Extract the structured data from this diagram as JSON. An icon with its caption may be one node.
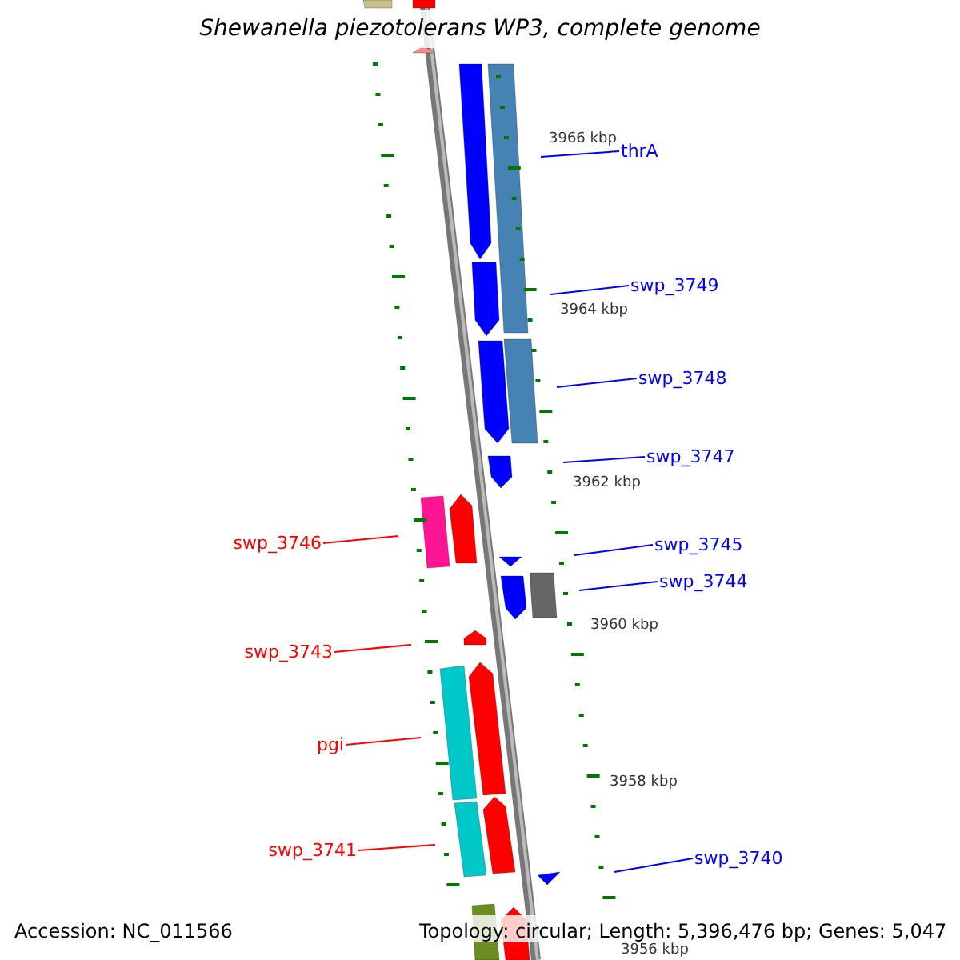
{
  "diagram": {
    "title": "Shewanella piezotolerans WP3, complete genome",
    "nodes": [
      {
        "text": [
          "thrA"
        ]
      },
      {
        "text": [
          "swp_3749"
        ]
      },
      {
        "text": [
          "swp_3748"
        ]
      },
      {
        "text": [
          "swp_3747"
        ]
      },
      {
        "text": [
          "swp_3746"
        ]
      },
      {
        "text": [
          "swp_3745"
        ]
      },
      {
        "text": [
          "swp_3744"
        ]
      },
      {
        "text": [
          "swp_3743"
        ]
      },
      {
        "text": [
          "pgi"
        ]
      },
      {
        "text": [
          "swp_3741"
        ]
      },
      {
        "text": [
          "swp_3740"
        ]
      }
    ],
    "edges": [
      {
        "from": 0,
        "to": null,
        "arrow": "none"
      },
      {
        "from": 1,
        "to": null,
        "arrow": "none"
      },
      {
        "from": 2,
        "to": null,
        "arrow": "none"
      },
      {
        "from": 3,
        "to": null,
        "arrow": "none"
      },
      {
        "from": 4,
        "to": null,
        "arrow": "none",
        "color": "#ff0000"
      },
      {
        "from": 5,
        "to": null,
        "arrow": "none"
      },
      {
        "from": 6,
        "to": null,
        "arrow": "none"
      },
      {
        "from": 7,
        "to": null,
        "arrow": "none",
        "color": "#ff0000"
      },
      {
        "from": 8,
        "to": null,
        "arrow": "none",
        "color": "#ff0000"
      },
      {
        "from": 9,
        "to": null,
        "arrow": "none",
        "color": "#ff0000"
      },
      {
        "from": 10,
        "to": null,
        "arrow": "none"
      }
    ],
    "labels": [
      "3966 kbp",
      "3964 kbp",
      "3962 kbp",
      "3960 kbp",
      "3958 kbp",
      "3956 kbp",
      "Accession: NC_011566",
      "Topology: circular; Length: 5,396,476 bp; Genes: 5,047"
    ]
  }
}
